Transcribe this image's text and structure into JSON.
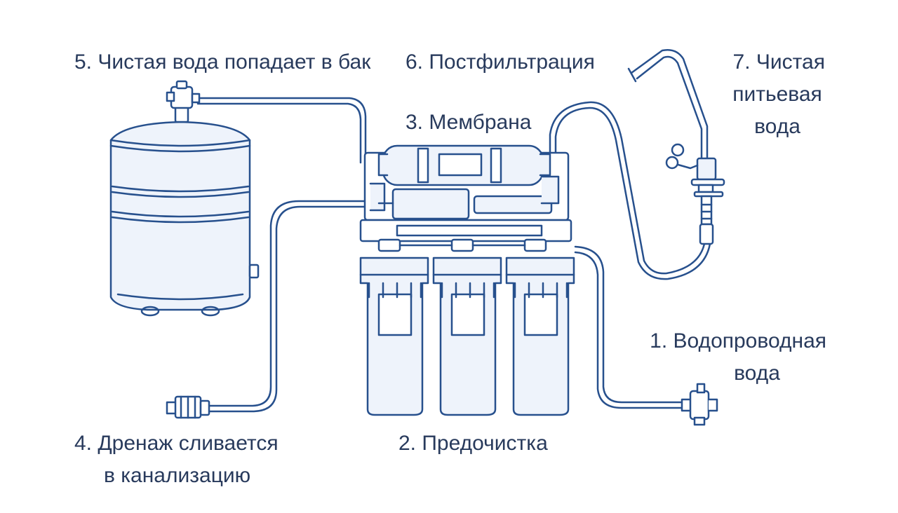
{
  "labels": {
    "tank_fill": "5. Чистая вода попадает в бак",
    "postfilter": "6. Постфильтрация",
    "membrane": "3. Мембрана",
    "drinking_l1": "7. Чистая",
    "drinking_l2": "питьевая",
    "drinking_l3": "вода",
    "tap_l1": "1. Водопроводная",
    "tap_l2": "вода",
    "drain_l1": "4. Дренаж сливается",
    "drain_l2": "в канализацию",
    "prefilter": "2. Предочистка"
  },
  "colors": {
    "line": "#27508d",
    "fill": "#eef3fb",
    "text": "#283a5c"
  },
  "icons": [
    "storage-tank",
    "tank-valve",
    "ro-membrane-housing",
    "postfilter-cartridge",
    "prefilter-housing",
    "drinking-faucet",
    "inlet-valve",
    "drain-clamp"
  ]
}
